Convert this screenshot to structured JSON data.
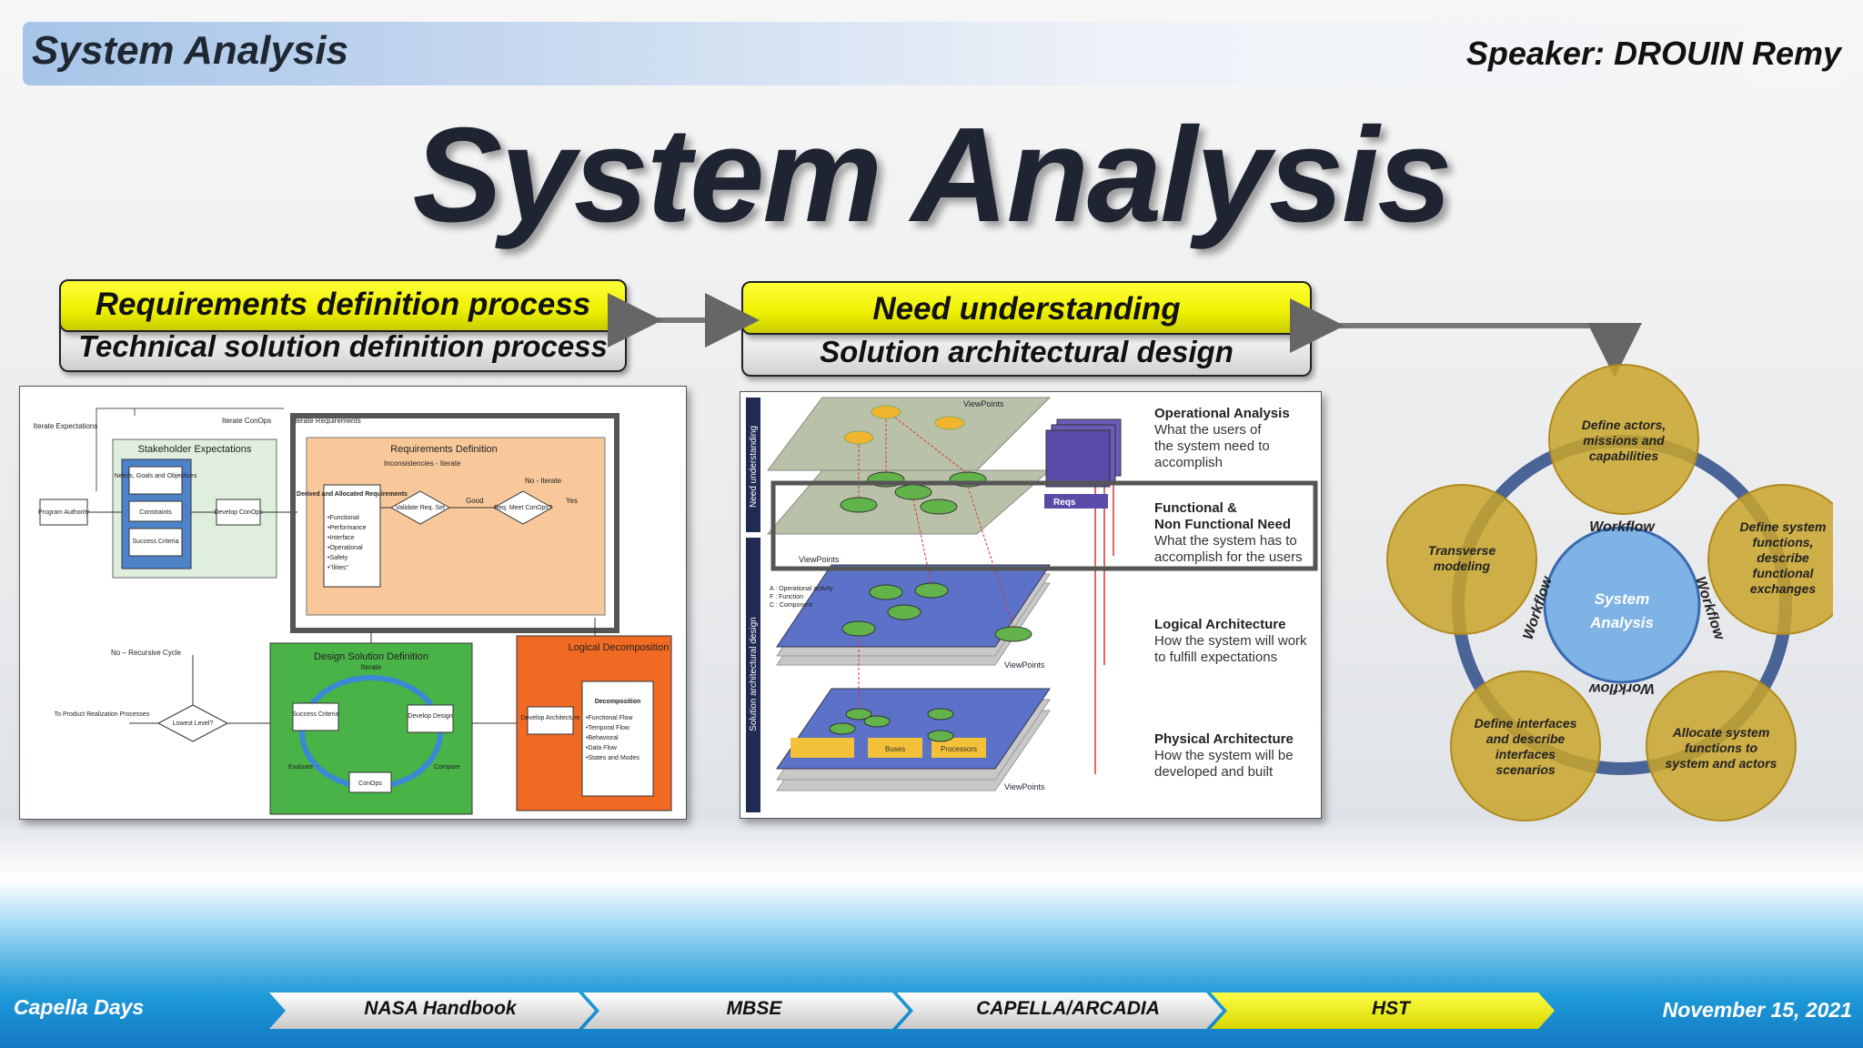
{
  "header": {
    "title": "System Analysis",
    "speaker": "Speaker: DROUIN Remy"
  },
  "main_title": "System Analysis",
  "boxes": {
    "left_top": "Requirements definition process",
    "left_bottom": "Technical solution definition process",
    "mid_top": "Need understanding",
    "mid_bottom": "Solution architectural design"
  },
  "nasa": {
    "iterate_expectations": "Iterate Expectations",
    "iterate_conops": "Iterate ConOps",
    "iterate_requirements": "Iterate Requirements",
    "stakeholder": "Stakeholder Expectations",
    "needs": "Needs, Goals and Objectives",
    "constraints": "Constraints",
    "success": "Success Criteria",
    "develop_conops": "Develop ConOps",
    "program_authority": "Program Authority",
    "req_def": "Requirements Definition",
    "inconsistencies": "Inconsistencies - Iterate",
    "no_iterate": "No - Iterate",
    "derived": "Derived and Allocated Requirements",
    "derived_list": [
      "•Functional",
      "•Performance",
      "•Interface",
      "•Operational",
      "•Safety",
      "•\"ilities\""
    ],
    "validate": "Validate Req. Set",
    "good": "Good",
    "req_meet": "Req. Meet ConOps?",
    "yes": "Yes",
    "no_recursive": "No – Recursive Cycle",
    "design_solution": "Design Solution Definition",
    "iterate": "Iterate",
    "success_criteria": "Success Criteria",
    "develop_design": "Develop Design",
    "conops": "ConOps",
    "evaluate": "Evaluate",
    "compare": "Compare",
    "logical_decomp": "Logical Decomposition",
    "develop_arch": "Develop Architecture",
    "decomposition": "Decomposition",
    "decomp_list": [
      "•Functional Flow",
      "•Temporal Flow",
      "•Behavioral",
      "•Data Flow",
      "•States and Modes"
    ],
    "lowest_level": "Lowest Level?",
    "to_product": "To Product Realization Processes"
  },
  "arcadia": {
    "side_need": "Need understanding",
    "side_solution": "Solution architectural design",
    "viewpoints": "ViewPoints",
    "reqs": "Reqs",
    "legend": [
      "A : Operational activity",
      "F : Function",
      "C : Component"
    ],
    "buses": "Buses",
    "processors": "Processors",
    "layers": [
      {
        "title": "Operational Analysis",
        "desc": [
          "What the users of",
          "the system need to",
          "accomplish"
        ]
      },
      {
        "title": "Functional &",
        "title2": "Non Functional Need",
        "desc": [
          "What the system has to",
          "accomplish for the users"
        ]
      },
      {
        "title": "Logical Architecture",
        "desc": [
          "How the system will work",
          "to fulfill expectations"
        ]
      },
      {
        "title": "Physical Architecture",
        "desc": [
          "How the system will be",
          "developed and built"
        ]
      }
    ]
  },
  "cycle": {
    "center": [
      "System",
      "Analysis"
    ],
    "nodes": [
      [
        "Define actors,",
        "missions and",
        "capabilities"
      ],
      [
        "Define system",
        "functions,",
        "describe",
        "functional",
        "exchanges"
      ],
      [
        "Allocate system",
        "functions to",
        "system and actors"
      ],
      [
        "Define interfaces",
        "and describe",
        "interfaces",
        "scenarios"
      ],
      [
        "Transverse",
        "modeling"
      ]
    ],
    "workflow": "Workflow"
  },
  "footer": {
    "left": "Capella Days",
    "right": "November 15, 2021",
    "steps": [
      "NASA Handbook",
      "MBSE",
      "CAPELLA/ARCADIA",
      "HST"
    ],
    "active_step": "HST"
  },
  "colors": {
    "yellow": "#eef000",
    "gold": "#c9a52a",
    "ring": "#4a6498",
    "center": "#7fb3e6",
    "arcadia_layer": "#5b72c8"
  }
}
